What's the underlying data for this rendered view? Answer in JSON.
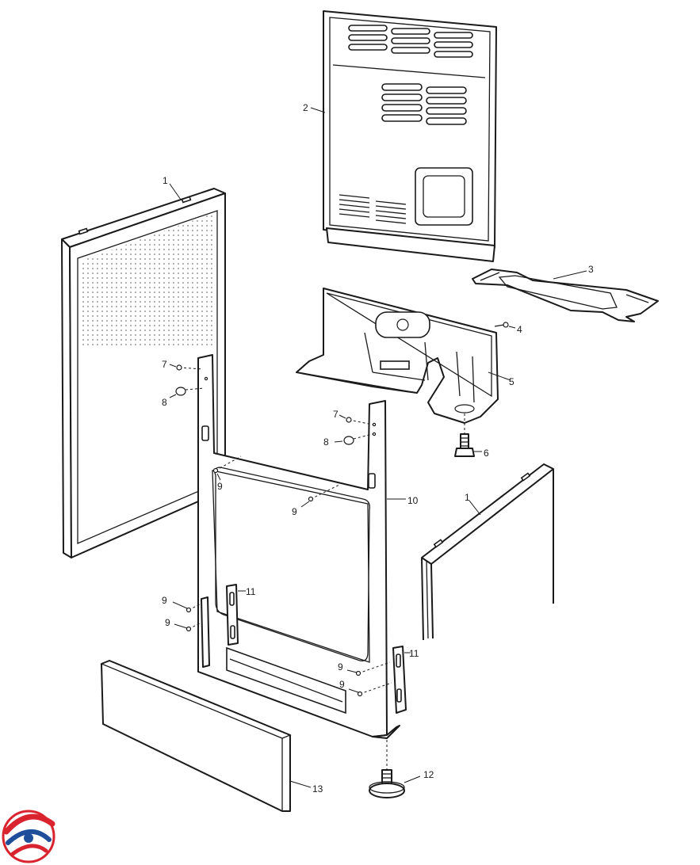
{
  "callouts": {
    "c1a": "1",
    "c1b": "1",
    "c2": "2",
    "c3": "3",
    "c4": "4",
    "c5": "5",
    "c6": "6",
    "c7a": "7",
    "c7b": "7",
    "c8a": "8",
    "c8b": "8",
    "c9a": "9",
    "c9b": "9",
    "c9c": "9",
    "c9d": "9",
    "c9e": "9",
    "c9f": "9",
    "c10": "10",
    "c11a": "11",
    "c11b": "11",
    "c12": "12",
    "c13": "13"
  },
  "colors": {
    "line": "#1a1a1a",
    "logo_red": "#d9232e",
    "logo_blue": "#1f4e9a"
  },
  "logo": {
    "icon": "brand-swirl-icon"
  }
}
